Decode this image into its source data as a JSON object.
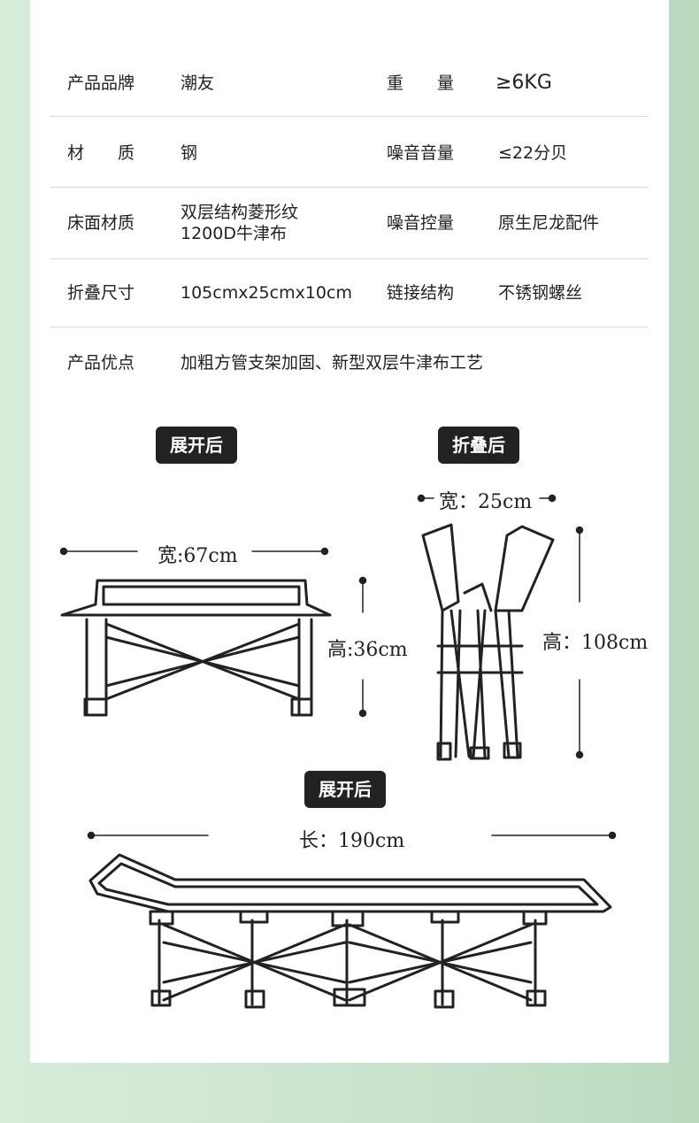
{
  "specs": [
    {
      "label": "产品品牌",
      "value": "潮友",
      "label2": "重　　量",
      "value2": "≥6KG"
    },
    {
      "label": "材　　质",
      "value": "钢",
      "label2": "噪音音量",
      "value2": "≤22分贝"
    },
    {
      "label": "床面材质",
      "value": "双层结构菱形纹",
      "value_line2": "1200D牛津布",
      "label2": "噪音控量",
      "value2": "原生尼龙配件"
    },
    {
      "label": "折叠尺寸",
      "value": "105cmx25cmx10cm",
      "label2": "链接结构",
      "value2": "不锈钢螺丝"
    },
    {
      "label": "产品优点",
      "value": "加粗方管支架加固、新型双层牛津布工艺"
    }
  ],
  "diagrams": {
    "unfolded_badge": "展开后",
    "folded_badge": "折叠后",
    "unfolded_badge2": "展开后",
    "width_unfolded": "宽:67cm",
    "height_unfolded": "高:36cm",
    "width_folded": "宽：25cm",
    "height_folded": "高：108cm",
    "length_unfolded": "长：190cm"
  }
}
